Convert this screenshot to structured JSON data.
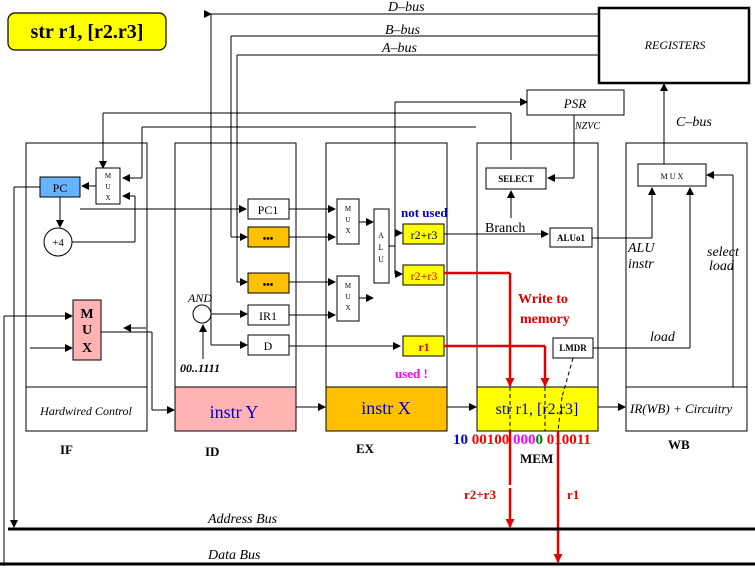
{
  "title": "str r1, [r2.r3]",
  "buses": {
    "d": "D–bus",
    "b": "B–bus",
    "a": "A–bus",
    "c": "C–bus",
    "address": "Address Bus",
    "data": "Data Bus"
  },
  "registers": "REGISTERS",
  "psr": "PSR",
  "nzvc": "NZVC",
  "select": "SELECT",
  "branch": "Branch",
  "aluo1": "ALUo1",
  "lmdr": "LMDR",
  "pc": "PC",
  "plus4": "+4",
  "mux": [
    "M",
    "U",
    "X"
  ],
  "alu": [
    "A",
    "L",
    "U"
  ],
  "pc1": "PC1",
  "dots": "•••",
  "ir1": "IR1",
  "d": "D",
  "and": "AND",
  "ones": "00..1111",
  "not_used": "not used",
  "used": "used !",
  "r2r3": "r2+r3",
  "r1": "r1",
  "write_mem": [
    "Write to",
    "memory"
  ],
  "alu_instr": [
    "ALU",
    "instr"
  ],
  "select_load": [
    "select",
    "load"
  ],
  "load": "load",
  "hardwired": "Hardwired Control",
  "instr_y": "instr Y",
  "instr_x": "instr X",
  "instr_mem": "str r1, [r2.r3]",
  "ir_wb": "IR(WB) + Circuitry",
  "stages": [
    "IF",
    "ID",
    "EX",
    "MEM",
    "WB"
  ],
  "encoding": [
    {
      "text": "10",
      "color": "#0000ff"
    },
    {
      "text": "00100",
      "color": "#ff0000"
    },
    {
      "text": "000",
      "color": "#ff00ff"
    },
    {
      "text": "0",
      "color": "#008000"
    },
    {
      "text": "010",
      "color": "#ff0000"
    },
    {
      "text": "011",
      "color": "#ff0000"
    }
  ],
  "addr_label": "r2+r3",
  "data_label": "r1"
}
